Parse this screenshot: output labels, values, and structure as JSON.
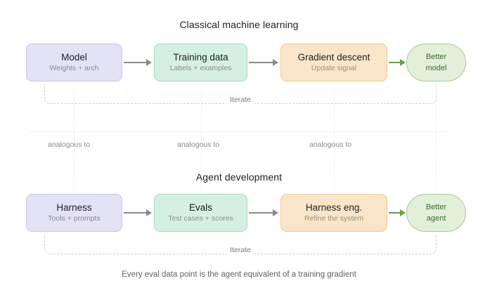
{
  "diagram": {
    "caption": "Every eval data point is the agent equivalent of a training gradient",
    "analogy_label": "analogous to",
    "iterate_label": "Iterate",
    "colors": {
      "purple_fill": "#e4e2f5",
      "purple_stroke": "#c9c5e8",
      "mint_fill": "#d6efe3",
      "mint_stroke": "#a8d9c4",
      "peach_fill": "#fae5c8",
      "peach_stroke": "#eec89b",
      "green_fill": "#e2efd9",
      "green_stroke": "#a9cb92",
      "green_text": "#3d6b33",
      "arrow_gray": "#8a8a8a",
      "arrow_green": "#6a9c4e",
      "muted_text": "#8b8b8b"
    }
  },
  "rows": [
    {
      "id": "classical-machine-learning",
      "title": "Classical machine learning",
      "iterate": "Iterate",
      "stages": [
        {
          "title": "Model",
          "subtitle": "Weights + arch"
        },
        {
          "title": "Training data",
          "subtitle": "Labels + examples"
        },
        {
          "title": "Gradient descent",
          "subtitle": "Update signal"
        }
      ],
      "outcome": {
        "line1": "Better",
        "line2": "model"
      }
    },
    {
      "id": "agent-development",
      "title": "Agent development",
      "iterate": "Iterate",
      "stages": [
        {
          "title": "Harness",
          "subtitle": "Tools + prompts"
        },
        {
          "title": "Evals",
          "subtitle": "Test cases + scores"
        },
        {
          "title": "Harness eng.",
          "subtitle": "Refine the system"
        }
      ],
      "outcome": {
        "line1": "Better",
        "line2": "agent"
      }
    }
  ],
  "analogies": [
    {
      "label": "analogous to"
    },
    {
      "label": "analogous to"
    },
    {
      "label": "analogous to"
    }
  ]
}
